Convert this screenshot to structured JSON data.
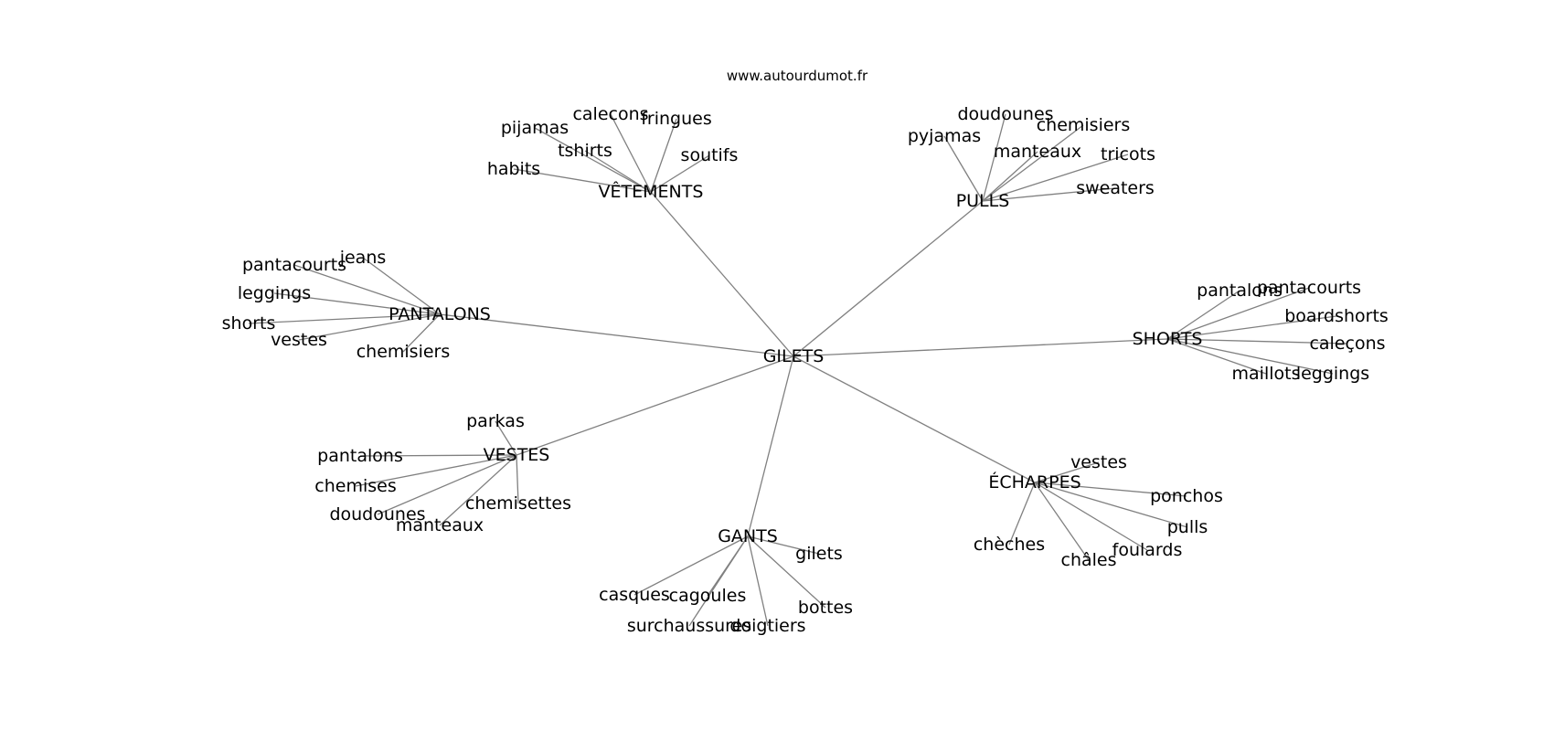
{
  "source": "www.autourdumot.fr",
  "graph": {
    "center": "GILETS",
    "groups": [
      {
        "hub": "VÊTEMENTS",
        "words": [
          "calecons",
          "fringues",
          "pijamas",
          "tshirts",
          "soutifs",
          "habits"
        ]
      },
      {
        "hub": "PULLS",
        "words": [
          "doudounes",
          "chemisiers",
          "pyjamas",
          "manteaux",
          "tricots",
          "sweaters"
        ]
      },
      {
        "hub": "PANTALONS",
        "words": [
          "jeans",
          "pantacourts",
          "leggings",
          "shorts",
          "vestes",
          "chemisiers"
        ]
      },
      {
        "hub": "SHORTS",
        "words": [
          "pantalons",
          "pantacourts",
          "boardshorts",
          "caleçons",
          "maillots",
          "leggings"
        ]
      },
      {
        "hub": "VESTES",
        "words": [
          "parkas",
          "pantalons",
          "chemises",
          "doudounes",
          "manteaux",
          "chemisettes"
        ]
      },
      {
        "hub": "ÉCHARPES",
        "words": [
          "vestes",
          "ponchos",
          "pulls",
          "foulards",
          "châles",
          "chèches"
        ]
      },
      {
        "hub": "GANTS",
        "words": [
          "gilets",
          "casques",
          "cagoules",
          "bottes",
          "surchaussures",
          "doigtiers"
        ]
      }
    ]
  }
}
